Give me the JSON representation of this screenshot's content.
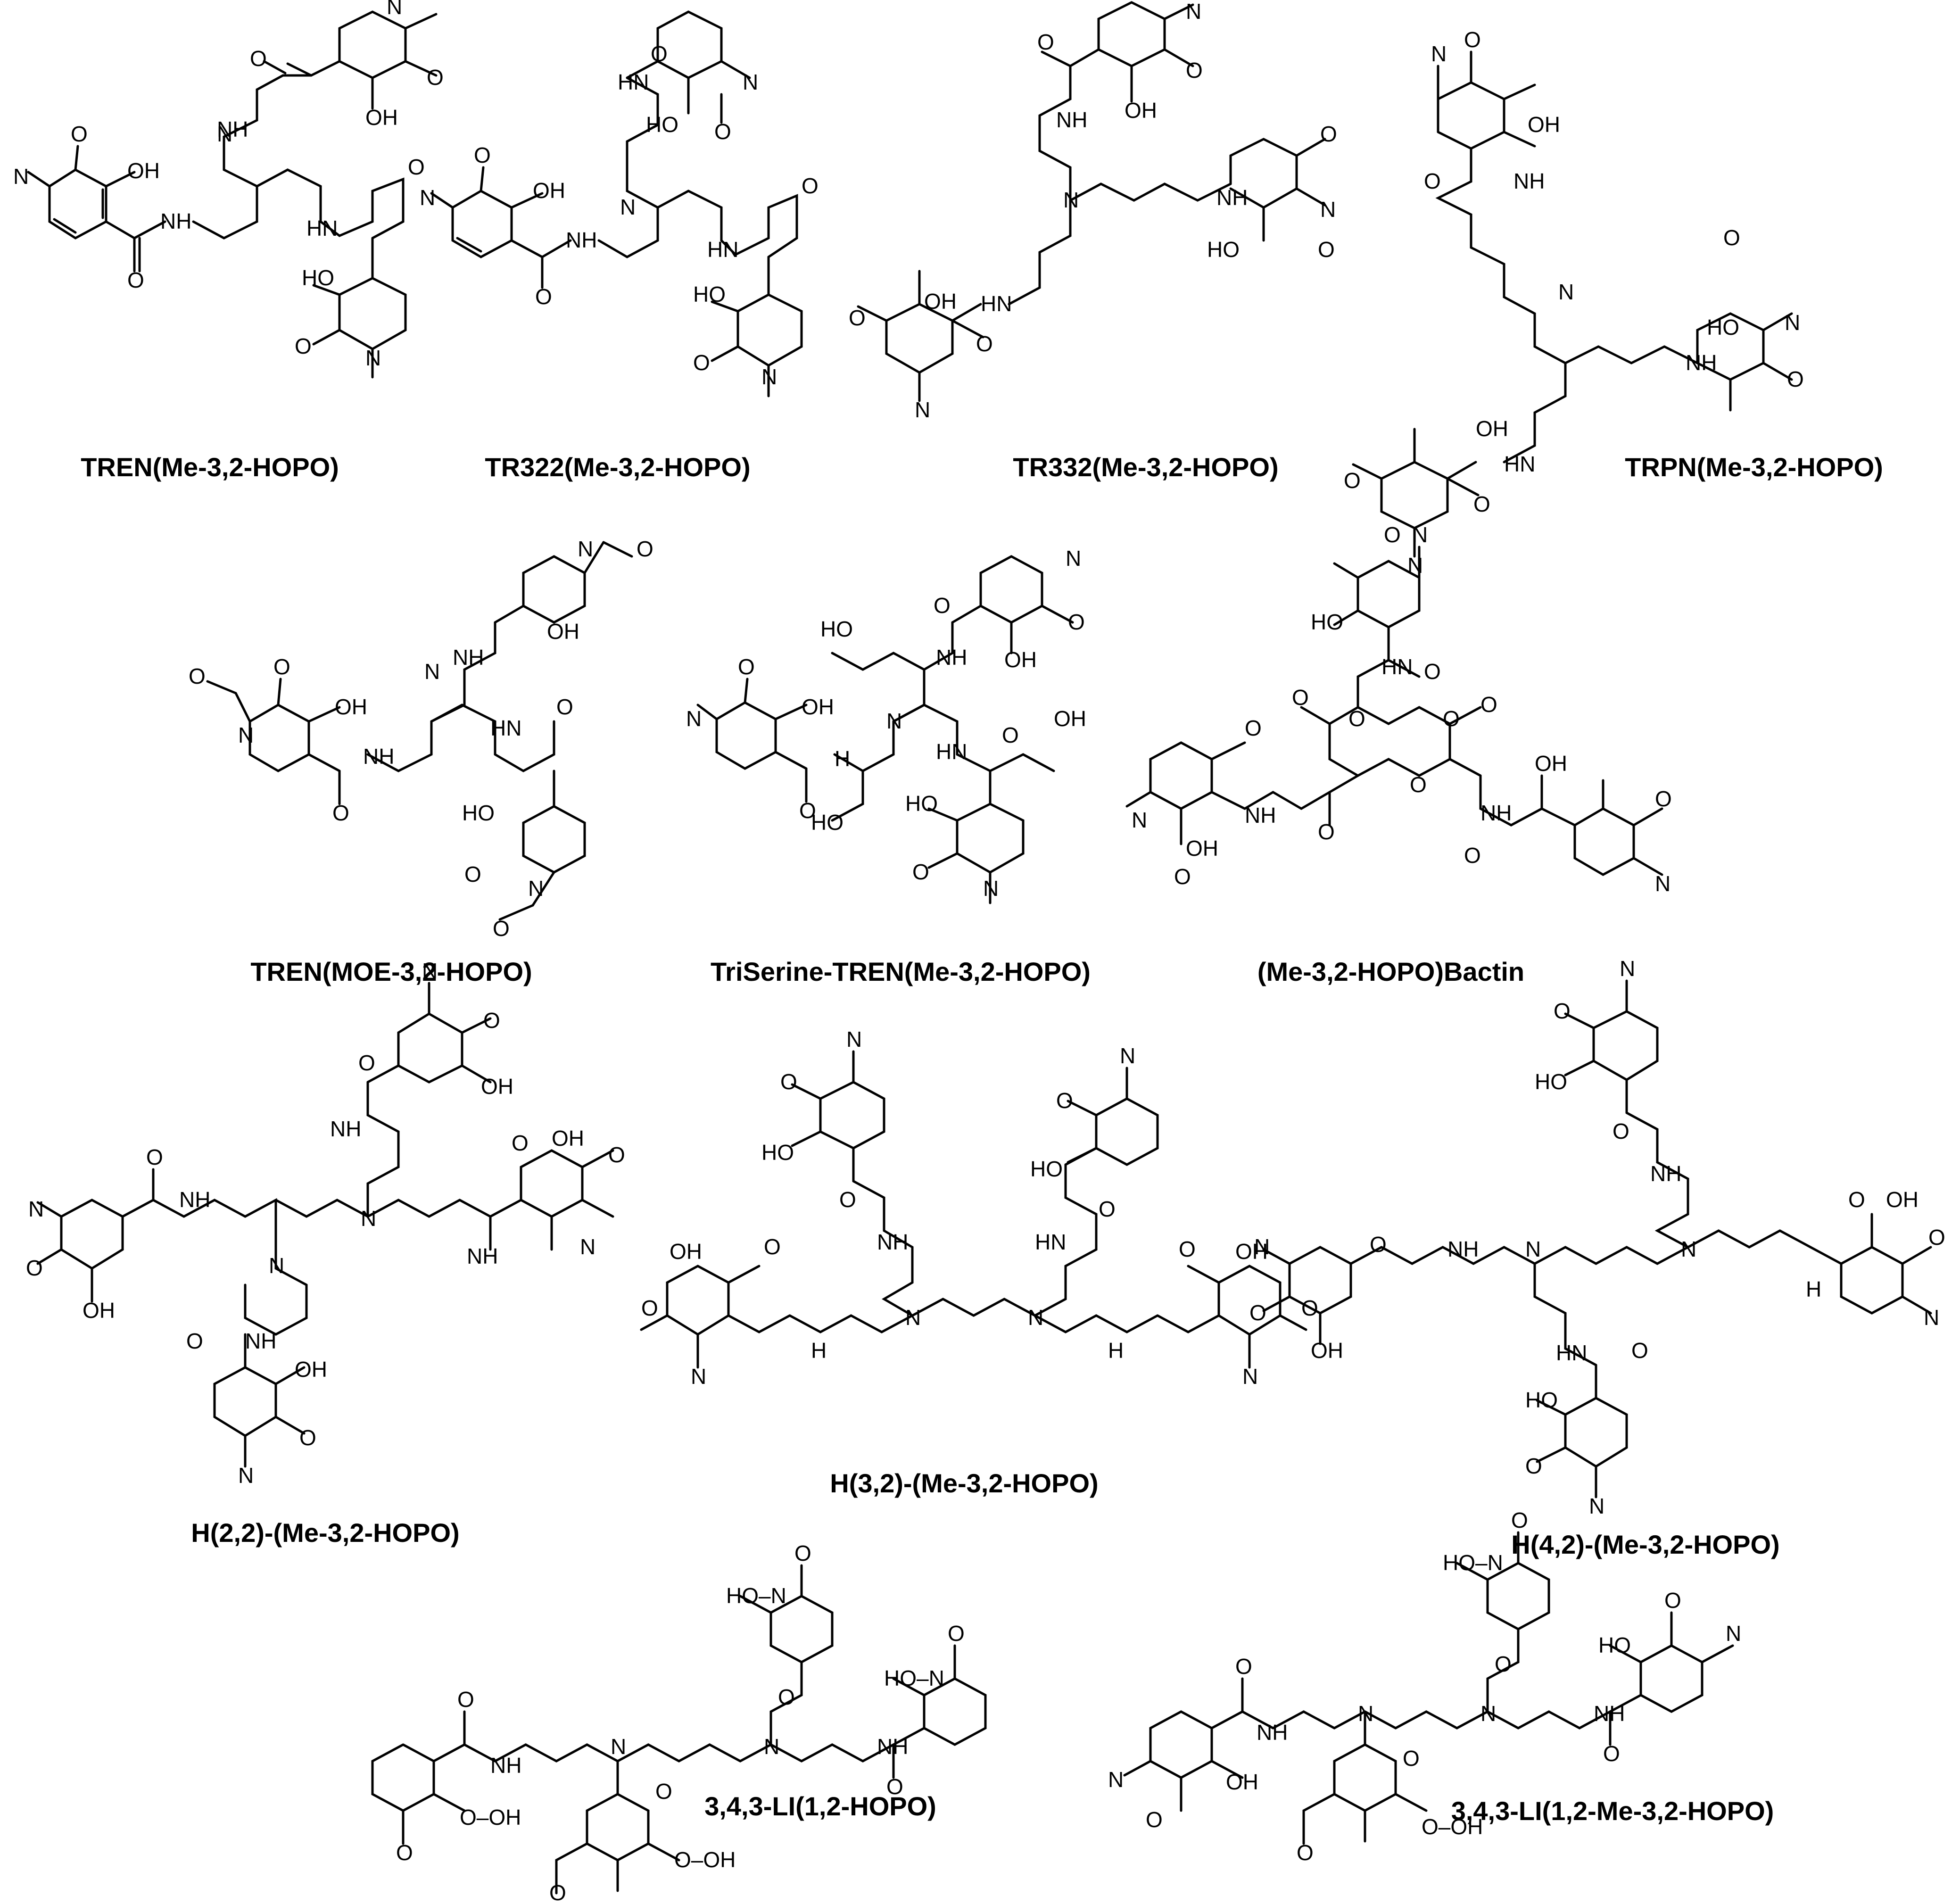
{
  "compounds": [
    {
      "name": "TREN(Me-3,2-HOPO)"
    },
    {
      "name": "TR322(Me-3,2-HOPO)"
    },
    {
      "name": "TR332(Me-3,2-HOPO)"
    },
    {
      "name": "TRPN(Me-3,2-HOPO)"
    },
    {
      "name": "TREN(MOE-3,2-HOPO)"
    },
    {
      "name": "TriSerine-TREN(Me-3,2-HOPO)"
    },
    {
      "name": "(Me-3,2-HOPO)Bactin"
    },
    {
      "name": "H(2,2)-(Me-3,2-HOPO)"
    },
    {
      "name": "H(3,2)-(Me-3,2-HOPO)"
    },
    {
      "name": "H(4,2)-(Me-3,2-HOPO)"
    },
    {
      "name": "3,4,3-LI(1,2-HOPO)"
    },
    {
      "name": "3,4,3-LI(1,2-Me-3,2-HOPO)"
    }
  ],
  "atom_labels": {
    "N": "N",
    "NH": "NH",
    "HN": "HN",
    "H": "H",
    "O": "O",
    "OH": "OH",
    "HO": "HO",
    "O_OH": "O–OH",
    "HO_N": "HO–N"
  }
}
